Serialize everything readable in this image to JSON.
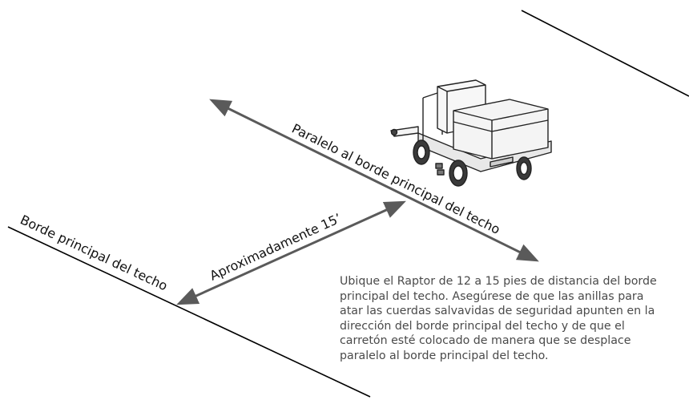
{
  "labels": {
    "parallel_edge": "Paralelo al borde principal del techo",
    "distance": "Aproximadamente 15’",
    "roof_edge": "Borde principal del techo"
  },
  "note_lines": [
    "Ubique el Raptor de 12 a 15 pies de distancia del borde",
    "principal del techo. Asegúrese de que las anillas para",
    "atar las cuerdas salvavidas de seguridad apunten en la",
    "dirección del borde principal del techo y de que el",
    "carretón esté colocado de manera que se desplace",
    "paralelo al borde principal del techo."
  ],
  "colors": {
    "line": "#000000",
    "arrow": "#5a5a5a",
    "text": "#111111",
    "note_text": "#4a4a4a"
  },
  "icons": {
    "cart": "raptor-cart-illustration"
  }
}
